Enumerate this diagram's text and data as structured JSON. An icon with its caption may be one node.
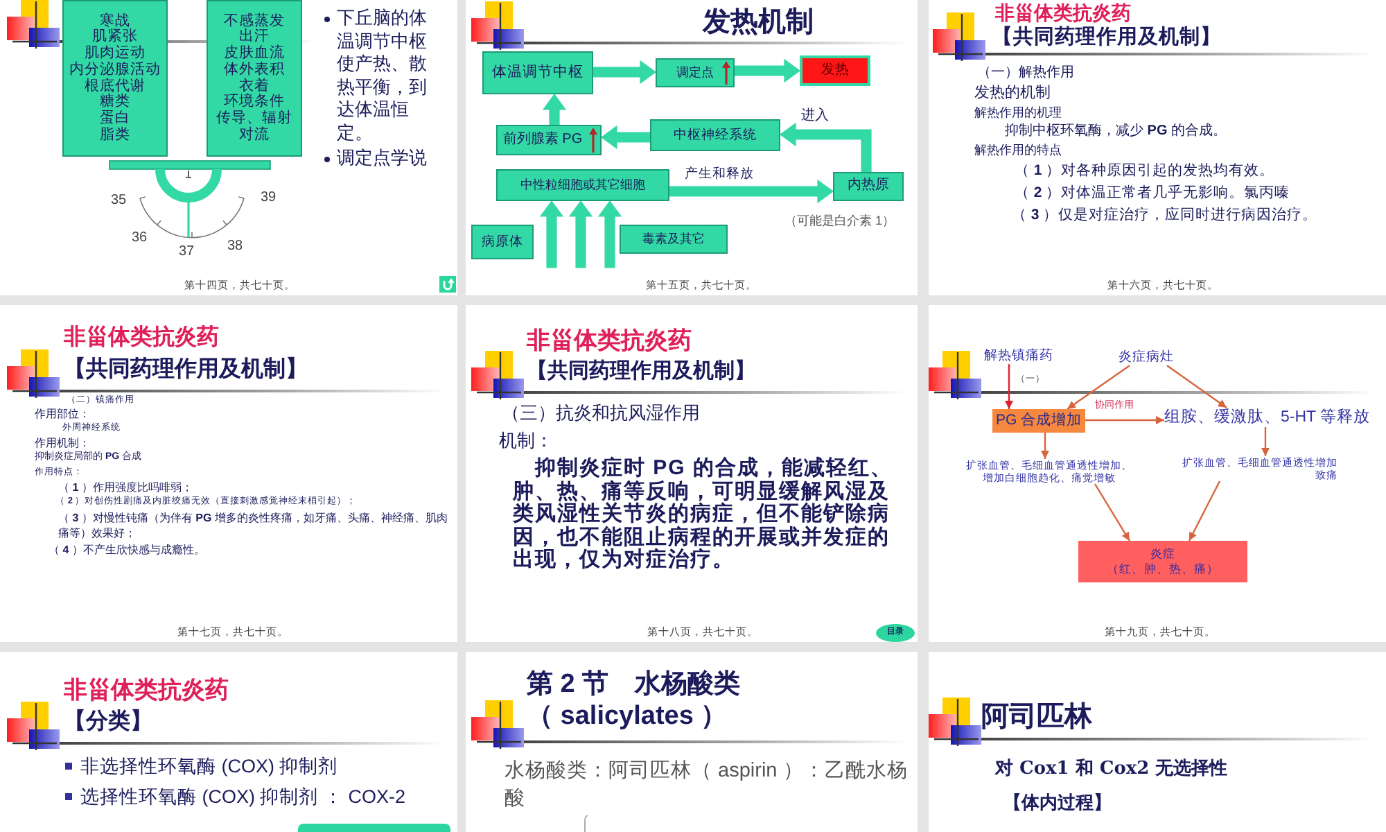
{
  "diagram": {
    "nodes": [
      {
        "text": [
          "下丘脑的体温调节中枢使产热、散热平衡，到达体温恒定。",
          "调定点学说",
          "35",
          "36",
          "37",
          "38",
          "39",
          "第十四页，共七十页。"
        ]
      },
      {
        "text": [
          "寒战",
          "肌紧张",
          "肌肉运动",
          "内分泌腺活动",
          "根底代谢",
          "糖类",
          "蛋白",
          "脂类"
        ],
        "in": 0
      },
      {
        "text": [
          "不感蒸发",
          "出汗",
          "皮肤血流",
          "体外表积",
          "衣着",
          "环境条件",
          "传导、辐射",
          "对流"
        ],
        "in": 0
      },
      {
        "text": [
          "发热机制",
          "第十五页，共七十页。"
        ]
      },
      {
        "text": [
          "体温调节中枢"
        ],
        "in": 3
      },
      {
        "text": [
          "调定点"
        ],
        "in": 3
      },
      {
        "text": [
          "发热"
        ],
        "in": 3
      },
      {
        "text": [
          "前列腺素 PG"
        ],
        "in": 3
      },
      {
        "text": [
          "中枢神经系统"
        ],
        "in": 3
      },
      {
        "text": [
          "中性粒细胞或其它细胞"
        ],
        "in": 3
      },
      {
        "text": [
          "内热原"
        ],
        "in": 3,
        "beside": [
          "（可能是白介素 1）"
        ]
      },
      {
        "text": [
          "病原体"
        ],
        "in": 3
      },
      {
        "text": [
          "毒素及其它"
        ],
        "in": 3
      },
      {
        "text": [
          "非甾体类抗炎药",
          "【共同药理作用及机制】",
          "（一）解热作用",
          "发热的机制",
          "解热作用的机理",
          "抑制中枢环氧酶，减少 **PG** 的合成。",
          "解热作用的特点",
          "（ **1** ）对各种原因引起的发热均有效。",
          "（ **2** ）对体温正常者几乎无影响。氯丙嗪",
          "（ **3** ）仅是对症治疗，应同时进行病因治疗。",
          "第十六页，共七十页。"
        ]
      },
      {
        "text": [
          "非甾体类抗炎药",
          "【共同药理作用及机制】",
          "（二）镇痛作用",
          "作用部位：",
          "外周神经系统",
          "作用机制：",
          "抑制炎症局部的 **PG** 合成",
          "作用特点：",
          "（ **1** ）作用强度比吗啡弱；",
          "（ **2** ）对创伤性剧痛及内脏绞痛无效（直接刺激感觉神经末梢引起）；",
          "（ **3** ）对慢性钝痛（为伴有 **PG** 增多的炎性疼痛，如牙痛、头痛、神经痛、肌肉痛等）效果好；",
          "（ **4** ）不产生欣快感与成瘾性。",
          "第十七页，共七十页。"
        ]
      },
      {
        "text": [
          "非甾体类抗炎药",
          "【共同药理作用及机制】",
          "（三）抗炎和抗风湿作用",
          "机制：",
          "抑制炎症时 PG 的合成，能减轻红、肿、热、痛等反响，可明显缓解风湿及类风湿性关节炎的病症，但不能铲除病因，也不能阻止病程的开展或并发症的出现，仅为对症治疗。",
          "第十八页，共七十页。"
        ]
      },
      {
        "text": [
          "目录"
        ],
        "in": 15
      },
      {
        "text": [
          "第十九页，共七十页。"
        ]
      },
      {
        "text": [
          "解热镇痛药"
        ],
        "in": 17
      },
      {
        "text": [
          "炎症病灶"
        ],
        "in": 17
      },
      {
        "text": [
          "PG 合成增加"
        ],
        "in": 17
      },
      {
        "text": [
          "组胺、缓激肽、5-HT 等释放"
        ],
        "in": 17
      },
      {
        "text": [
          "扩张血管、毛细血管通透性增加、增加白细胞趋化、痛觉增敏"
        ],
        "in": 17
      },
      {
        "text": [
          "扩张血管、毛细血管通透性增加致痛"
        ],
        "in": 17
      },
      {
        "text": [
          "炎症",
          "（红、肿、热、痛）"
        ],
        "in": 17
      },
      {
        "text": [
          "非甾体类抗炎药",
          "【分类】",
          "非选择性环氧酶 (COX) 抑制剂",
          "选择性环氧酶 (COX) 抑制剂 ： COX-2"
        ]
      },
      {
        "text": [],
        "shape": "box",
        "in": 25
      },
      {
        "text": [
          "第 2 节　水杨酸类（ salicylates ）",
          "水杨酸类：阿司匹林（ aspirin ）：乙酰水杨酸"
        ]
      },
      {
        "text": [
          "阿司匹林",
          "对 Cox1 和 Cox2 无选择性",
          "【体内过程】"
        ]
      }
    ],
    "edges": [
      {
        "from": 4,
        "to": 5,
        "arrow": "to",
        "style": "thick",
        "color": "#33d9a5"
      },
      {
        "from": 5,
        "to": 6,
        "arrow": "to",
        "style": "thick",
        "color": "#33d9a5"
      },
      {
        "from": 7,
        "to": 4,
        "arrow": "to",
        "style": "thick",
        "color": "#33d9a5"
      },
      {
        "from": 8,
        "to": 7,
        "arrow": "to",
        "style": "thick",
        "color": "#33d9a5"
      },
      {
        "from": 10,
        "to": 8,
        "arrow": "to",
        "label": "进入",
        "style": "thick",
        "color": "#33d9a5"
      },
      {
        "from": 9,
        "to": 10,
        "arrow": "to",
        "label": "产生和释放",
        "style": "thick",
        "color": "#33d9a5"
      },
      {
        "from": null,
        "to": 9,
        "arrow": "to",
        "style": "thick",
        "color": "#33d9a5"
      },
      {
        "from": null,
        "to": 9,
        "arrow": "to",
        "style": "thick",
        "color": "#33d9a5"
      },
      {
        "from": null,
        "to": 9,
        "arrow": "to",
        "style": "thick",
        "color": "#33d9a5"
      },
      {
        "from": 18,
        "to": 20,
        "arrow": "to",
        "label": "（一）",
        "color": "#e0202c"
      },
      {
        "from": 19,
        "to": 20,
        "arrow": "to",
        "color": "#d8643e"
      },
      {
        "from": 19,
        "to": 21,
        "arrow": "to",
        "color": "#d8643e"
      },
      {
        "from": 20,
        "to": 21,
        "arrow": "to",
        "label": "协同作用",
        "color": "#d8643e"
      },
      {
        "from": 20,
        "to": 22,
        "arrow": "to",
        "color": "#d8643e"
      },
      {
        "from": 21,
        "to": 23,
        "arrow": "to",
        "color": "#d8643e"
      },
      {
        "from": 22,
        "to": 24,
        "arrow": "to",
        "color": "#d8643e"
      },
      {
        "from": 23,
        "to": 24,
        "arrow": "to",
        "color": "#d8643e"
      }
    ]
  }
}
